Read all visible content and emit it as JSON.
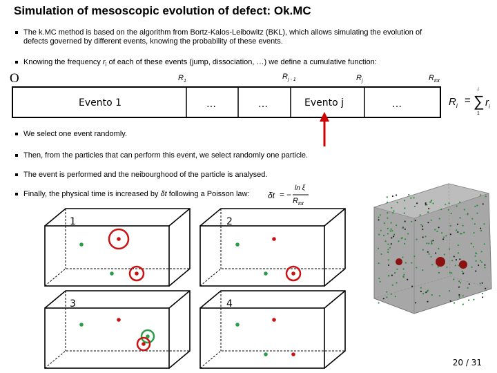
{
  "title": "Simulation of mesoscopic evolution of defect: Ok.MC",
  "bullets": {
    "b1_line1": "The k.MC method is based on the algorithm from Bortz-Kalos-Leibowitz (BKL), which allows simulating the evolution of",
    "b1_line2": "defects governed by different events, knowing the probability of these events.",
    "b2_pre": "Knowing the frequency ",
    "b2_var": "r",
    "b2_sub": "i",
    "b2_post": " of each of these events (jump, dissociation, …) we define a cumulative function:",
    "b3": "We select one event randomly.",
    "b4": "Then, from the particles that can perform this event, we select randomly one particle.",
    "b5": "The event is performed and the neibourghood of the particle is analysed.",
    "b6_pre": "Finally, the physical time is increased by ",
    "b6_delta": "δt",
    "b6_post": " following a Poisson law:"
  },
  "axis": {
    "origin": "O",
    "r1": "R",
    "r1_sub": "1",
    "rj1": "R",
    "rj1_sub": "j - 1",
    "rj": "R",
    "rj_sub": "j",
    "rtot": "R",
    "rtot_sub": "tot"
  },
  "segments": {
    "s1": "Evento 1",
    "s2": "…",
    "s3": "…",
    "s4": "Evento j",
    "s5": "…"
  },
  "formula_cumulative": {
    "lhs": "R",
    "lhs_sub": "i",
    "eq": "=",
    "sum": "∑",
    "sum_top": "i",
    "sum_bottom": "1",
    "term": "r",
    "term_sub": "i"
  },
  "formula_poisson": {
    "lhs": "δt",
    "eq": "=",
    "minus": "−",
    "num": "ln ξ",
    "den": "R",
    "den_sub": "tot"
  },
  "boxes": [
    "1",
    "2",
    "3",
    "4"
  ],
  "page_number": "20 / 31",
  "colors": {
    "arrow": "#cc0000",
    "particle_green": "#2a9d4a",
    "particle_red": "#cc1111",
    "sim_bg": "#a9a9a9"
  }
}
